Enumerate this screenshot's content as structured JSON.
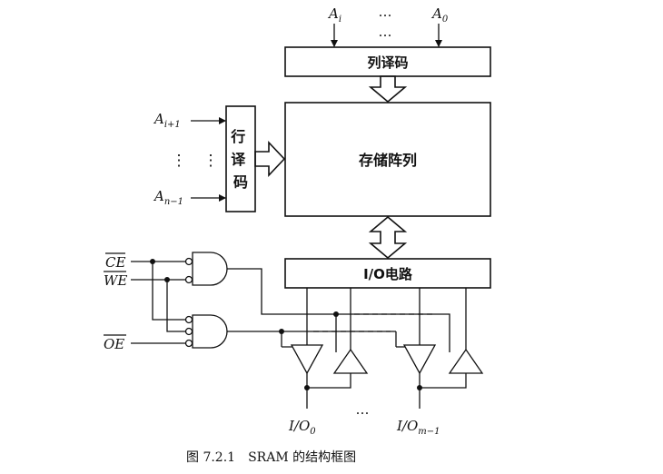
{
  "blocks": {
    "column_decoder": "列译码",
    "row_decoder": "行译码",
    "storage_array": "存储阵列",
    "io_circuit": "I/O电路"
  },
  "signals": {
    "col_addr_high": {
      "base": "A",
      "sub": "i"
    },
    "col_addr_low": {
      "base": "A",
      "sub": "0"
    },
    "row_addr_first": {
      "base": "A",
      "sub": "i+1"
    },
    "row_addr_last": {
      "base": "A",
      "sub": "n−1"
    },
    "chip_enable": "CE",
    "write_enable": "WE",
    "output_enable": "OE",
    "io_first": {
      "base": "I/O",
      "sub": "0"
    },
    "io_last": {
      "base": "I/O",
      "sub": "m−1"
    }
  },
  "ellipsis": "…",
  "vertical_ellipsis": "⋮",
  "caption": "图 7.2.1　SRAM 的结构框图"
}
